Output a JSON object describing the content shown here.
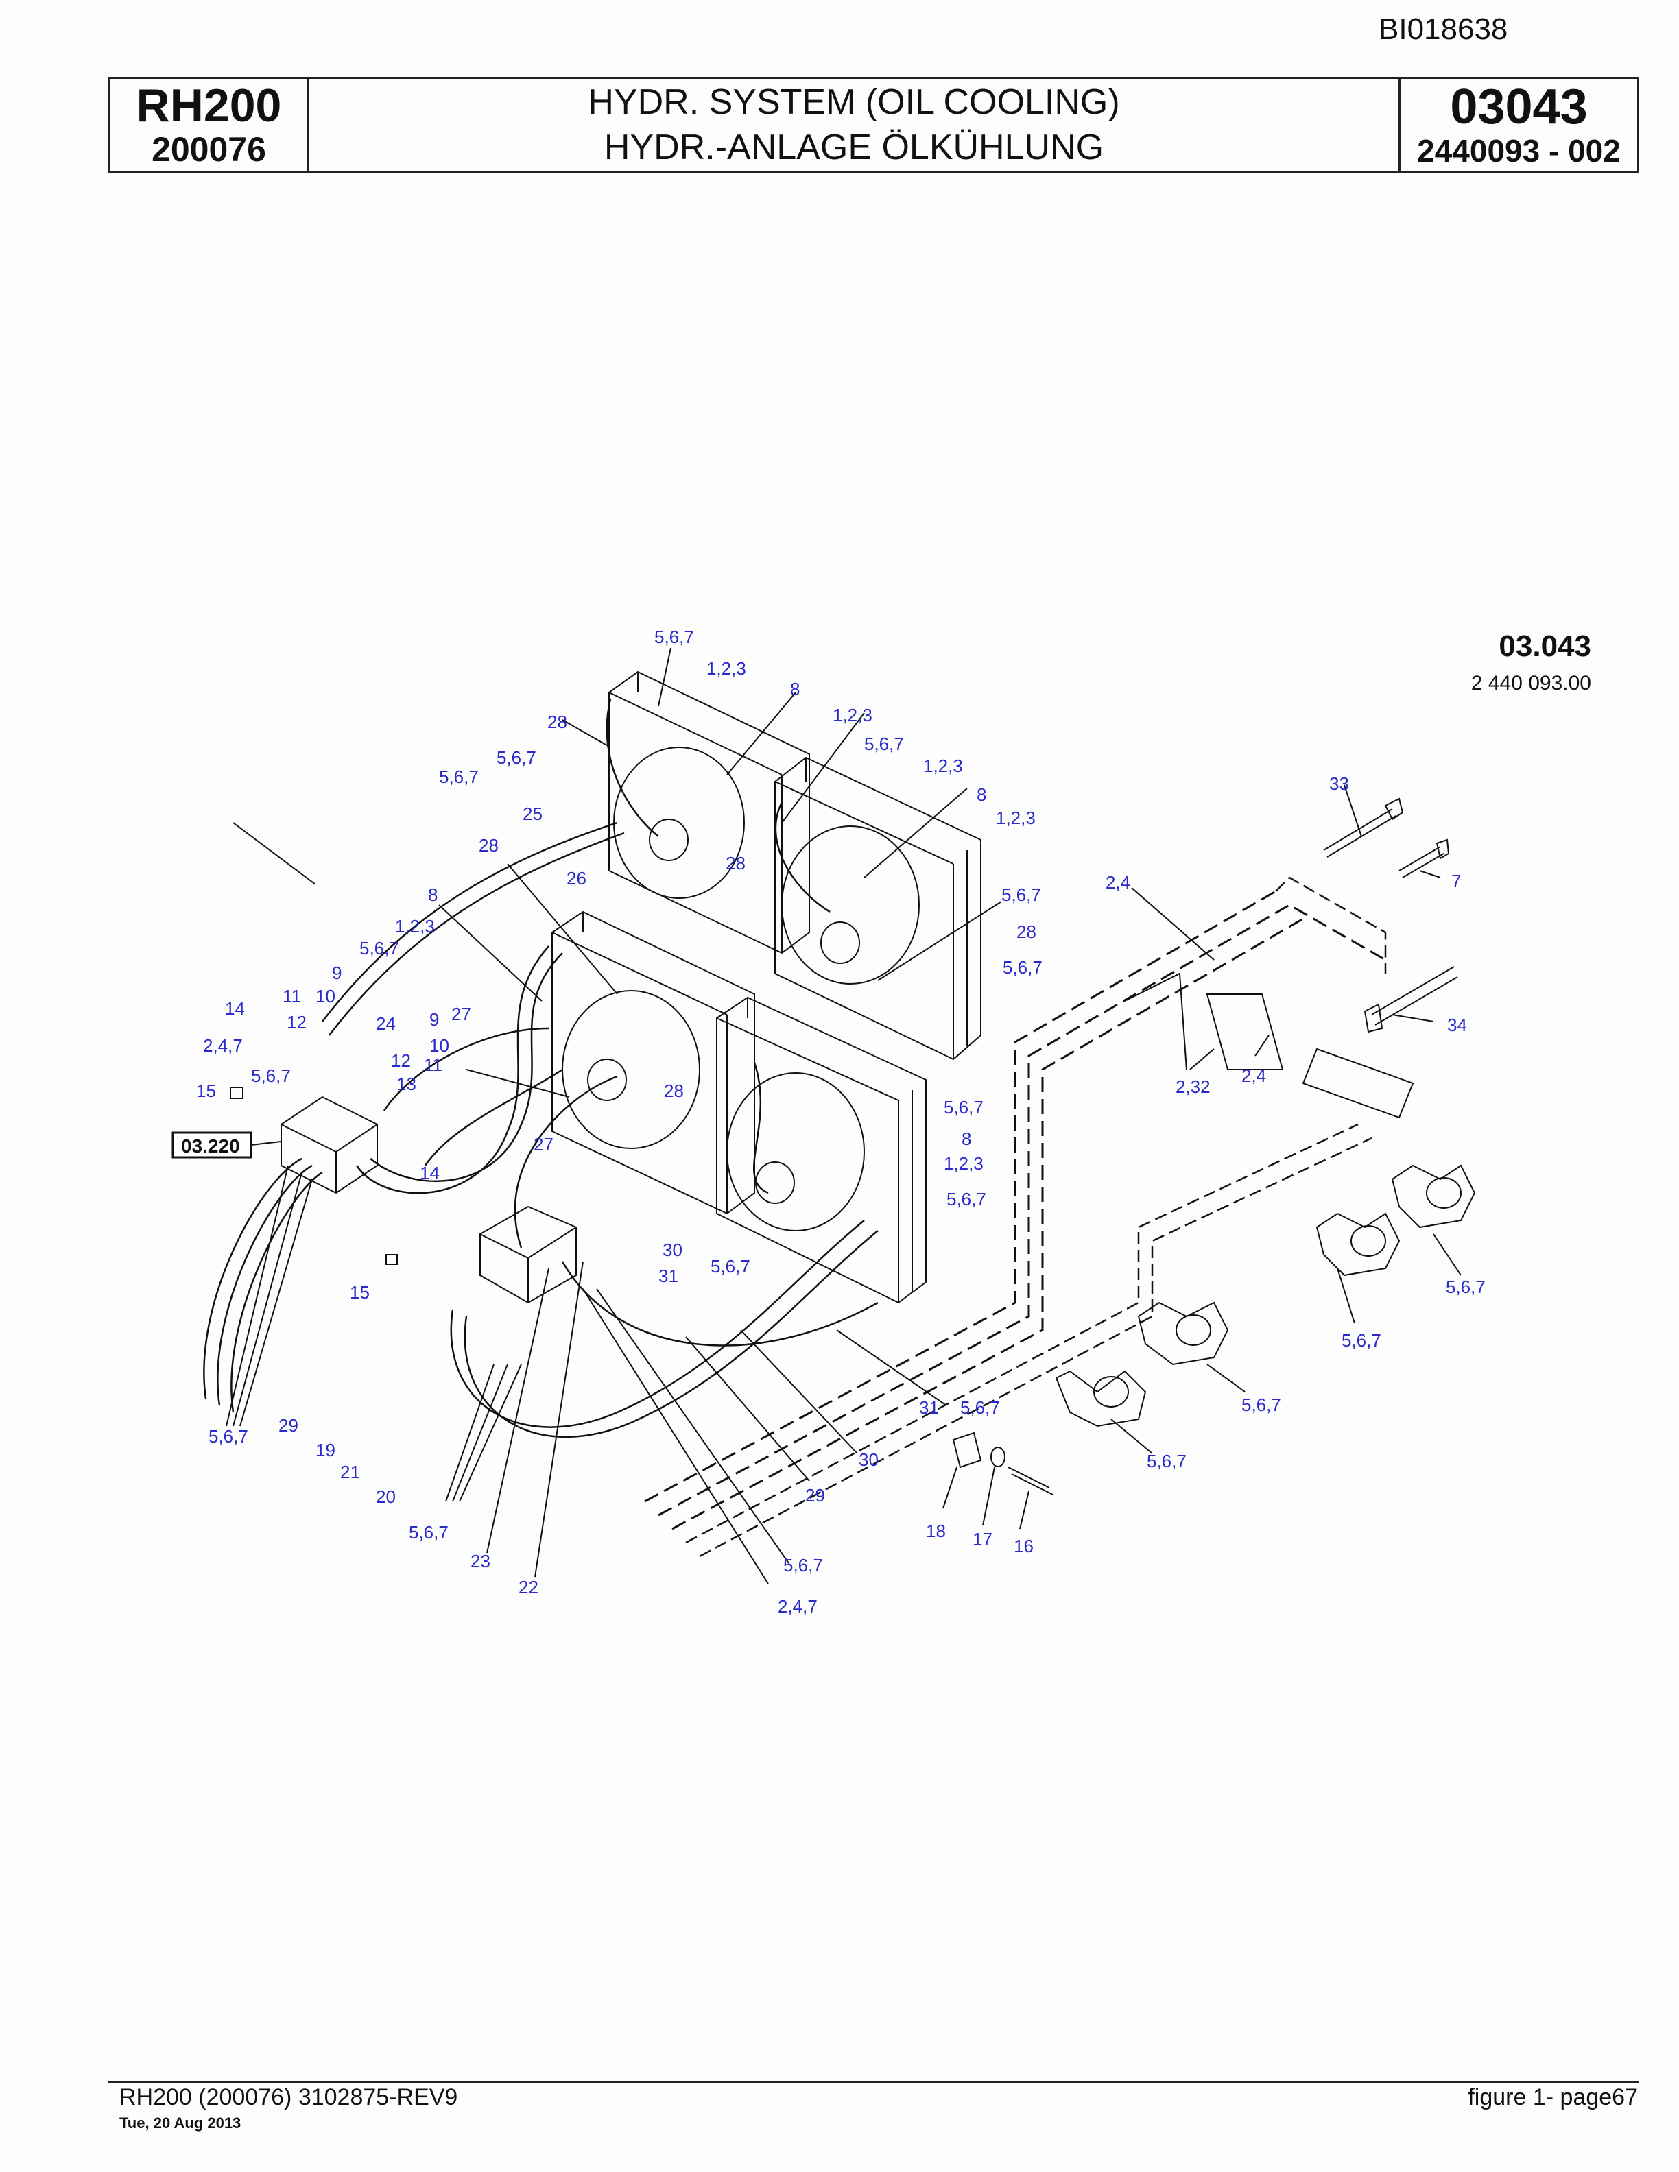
{
  "doc_id": "BI018638",
  "header": {
    "model": "RH200",
    "serial": "200076",
    "title_en": "HYDR. SYSTEM (OIL COOLING)",
    "title_de": "HYDR.-ANLAGE ÖLKÜHLUNG",
    "group_number": "03043",
    "part_number": "2440093  - 002"
  },
  "figure_ref": {
    "group": "03.043",
    "part": "2 440 093.00"
  },
  "cross_references": [
    "03.220"
  ],
  "callouts": [
    "5,6,7",
    "1,2,3",
    "8",
    "28",
    "1,2,3",
    "5,6,7",
    "5,6,7",
    "5,6,7",
    "1,2,3",
    "8",
    "1,2,3",
    "25",
    "28",
    "28",
    "26",
    "8",
    "5,6,7",
    "1,2,3",
    "28",
    "5,6,7",
    "9",
    "5,6,7",
    "14",
    "11",
    "10",
    "12",
    "24",
    "9",
    "27",
    "10",
    "12",
    "11",
    "13",
    "2,4,7",
    "5,6,7",
    "15",
    "28",
    "5,6,7",
    "8",
    "1,2,3",
    "27",
    "14",
    "5,6,7",
    "30",
    "31",
    "5,6,7",
    "15",
    "29",
    "5,6,7",
    "19",
    "21",
    "20",
    "5,6,7",
    "23",
    "22",
    "5,6,7",
    "2,4,7",
    "29",
    "30",
    "31",
    "5,6,7",
    "18",
    "17",
    "16",
    "5,6,7",
    "5,6,7",
    "5,6,7",
    "5,6,7",
    "33",
    "7",
    "2,4",
    "34",
    "2,32",
    "2,4"
  ],
  "footer": {
    "left": "RH200 (200076) 3102875-REV9",
    "date": "Tue, 20 Aug 2013",
    "right": "figure  1- page67"
  }
}
